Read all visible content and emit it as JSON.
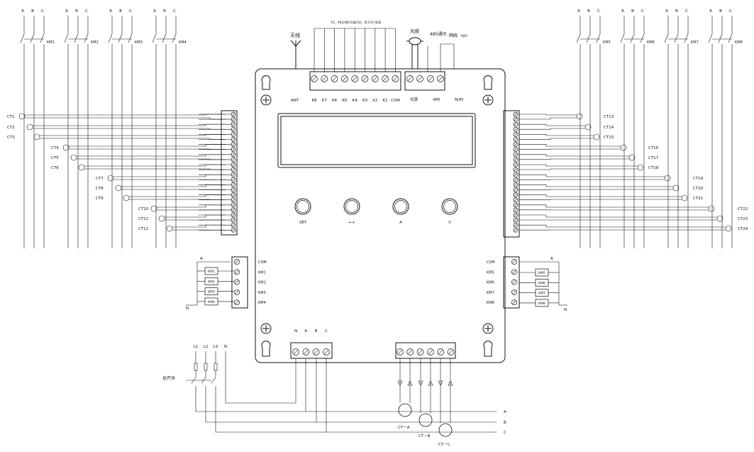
{
  "labels": {
    "antenna_cn": "天线",
    "antenna": "ANT",
    "photo_cn": "光感",
    "photo": "光感",
    "comm_cn": "485通讯",
    "comm": "485",
    "network_cn": "网线",
    "network_sub": "RJ45",
    "network": "RJ45",
    "k_note": "K1、K8无停时可调开关，用于开门检测",
    "main_switch": "总开关",
    "com": "COM",
    "n": "N",
    "a": "A"
  },
  "k_terminals": [
    "K8",
    "K7",
    "K6",
    "K5",
    "K4",
    "K3",
    "K2",
    "K1",
    "COM"
  ],
  "phases": [
    "A",
    "B",
    "C"
  ],
  "line_terminals": [
    "N",
    "A",
    "B",
    "C"
  ],
  "mains_inputs": [
    "L1",
    "L2",
    "L3",
    "N"
  ],
  "buttons": [
    "SET",
    "←+",
    "A",
    "V"
  ],
  "contactors_top_left": [
    "KM1",
    "KM2",
    "KM3",
    "KM4"
  ],
  "contactors_top_right": [
    "KM5",
    "KM6",
    "KM7",
    "KM8"
  ],
  "ct_left": [
    "CT1",
    "CT2",
    "CT3",
    "CT4",
    "CT5",
    "CT6",
    "CT7",
    "CT8",
    "CT9",
    "CT10",
    "CT11",
    "CT12"
  ],
  "ct_right": [
    "CT13",
    "CT14",
    "CT15",
    "CT16",
    "CT17",
    "CT18",
    "CT19",
    "CT20",
    "CT21",
    "CT22",
    "CT23",
    "CT24"
  ],
  "ct_phase": [
    "CT－A",
    "CT－B",
    "CT－C"
  ],
  "output_left": [
    "COM",
    "KM1",
    "KM2",
    "KM3",
    "KM4"
  ],
  "output_right": [
    "COM",
    "KM5",
    "KM6",
    "KM7",
    "KM8"
  ],
  "relay_left": [
    "KM1",
    "KM2",
    "KM3",
    "KM4"
  ],
  "relay_right": [
    "KM5",
    "KM6",
    "KM7",
    "KM8"
  ],
  "phase_bus": [
    "A",
    "B",
    "C"
  ]
}
